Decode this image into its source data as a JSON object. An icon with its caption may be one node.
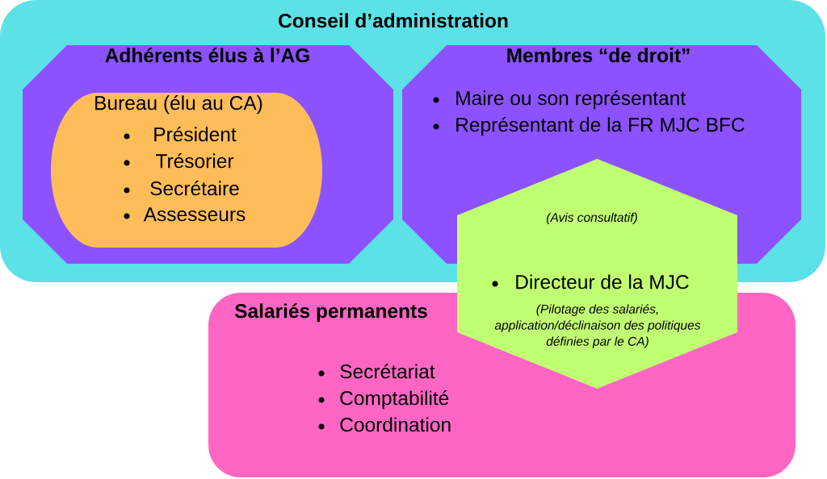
{
  "diagram": {
    "nodes": [
      {
        "text": [
          "Conseil d’administration"
        ]
      },
      {
        "text": [
          "Adhérents élus à l’AG"
        ],
        "in": 0
      },
      {
        "text": [
          "Bureau (élu au CA)",
          "Président",
          "Trésorier",
          "Secrétaire",
          "Assesseurs"
        ],
        "in": 1
      },
      {
        "text": [
          "Membres “de droit”",
          "Maire ou son représentant",
          "Représentant de la FR MJC BFC"
        ],
        "in": 0
      },
      {
        "text": [
          "(Avis consultatif)",
          "Directeur de la MJC",
          "(Pilotage des salariés, application/déclinaison des politiques définies par le CA)"
        ]
      },
      {
        "text": [
          "Salariés permanents",
          "Secrétariat",
          "Comptabilité",
          "Coordination"
        ]
      }
    ]
  }
}
